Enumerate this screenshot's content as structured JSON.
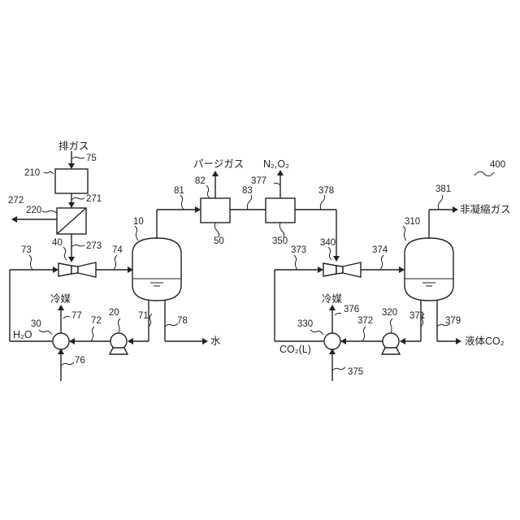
{
  "labels": {
    "exhaust_gas": "排ガス",
    "purge_gas": "パージガス",
    "n2o2": "N₂,O₂",
    "non_condensable_gas": "非凝縮ガス",
    "refrigerant_left": "冷媒",
    "refrigerant_right": "冷媒",
    "h2o": "H₂O",
    "water": "水",
    "co2_liquid": "CO₂(L)",
    "liquid_co2": "液体CO₂"
  },
  "refs": {
    "r400": "400",
    "r75": "75",
    "r210": "210",
    "r271": "271",
    "r272": "272",
    "r220": "220",
    "r40": "40",
    "r273": "273",
    "r73": "73",
    "r74": "74",
    "r10": "10",
    "r81": "81",
    "r82": "82",
    "r50": "50",
    "r83": "83",
    "r377": "377",
    "r350": "350",
    "r378": "378",
    "r381": "381",
    "r310": "310",
    "r340": "340",
    "r373": "373",
    "r374": "374",
    "r30": "30",
    "r77": "77",
    "r72": "72",
    "r20": "20",
    "r71": "71",
    "r78": "78",
    "r76": "76",
    "r330": "330",
    "r376": "376",
    "r372": "372",
    "r320": "320",
    "r371": "371",
    "r379": "379",
    "r375": "375"
  }
}
